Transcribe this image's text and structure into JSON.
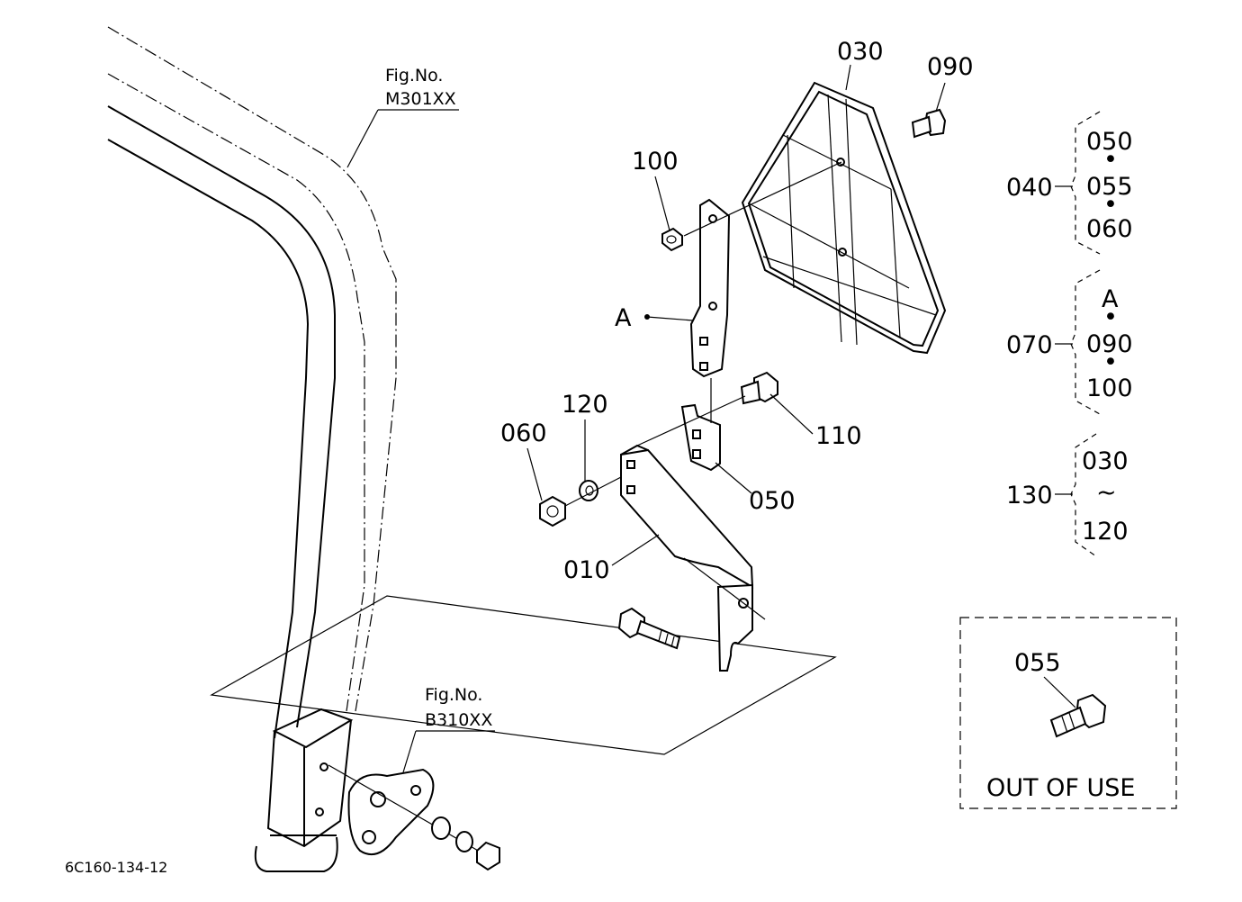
{
  "fig_refs": [
    {
      "line1": "Fig.No.",
      "line2": "M301XX"
    },
    {
      "line1": "Fig.No.",
      "line2": "B310XX"
    }
  ],
  "parts": {
    "p030": "030",
    "p090": "090",
    "p100": "100",
    "pA": "A",
    "p120": "120",
    "p060": "060",
    "p110": "110",
    "p050": "050",
    "p010": "010"
  },
  "groups": [
    {
      "id": "040",
      "members": [
        "050",
        "055",
        "060"
      ],
      "sep": "•"
    },
    {
      "id": "070",
      "members": [
        "A",
        "090",
        "100"
      ],
      "sep": "•"
    },
    {
      "id": "130",
      "members": [
        "030",
        "120"
      ],
      "sep": "~"
    }
  ],
  "out_of_use": {
    "part": "055",
    "label": "OUT OF USE"
  },
  "diagram_code": "6C160-134-12"
}
